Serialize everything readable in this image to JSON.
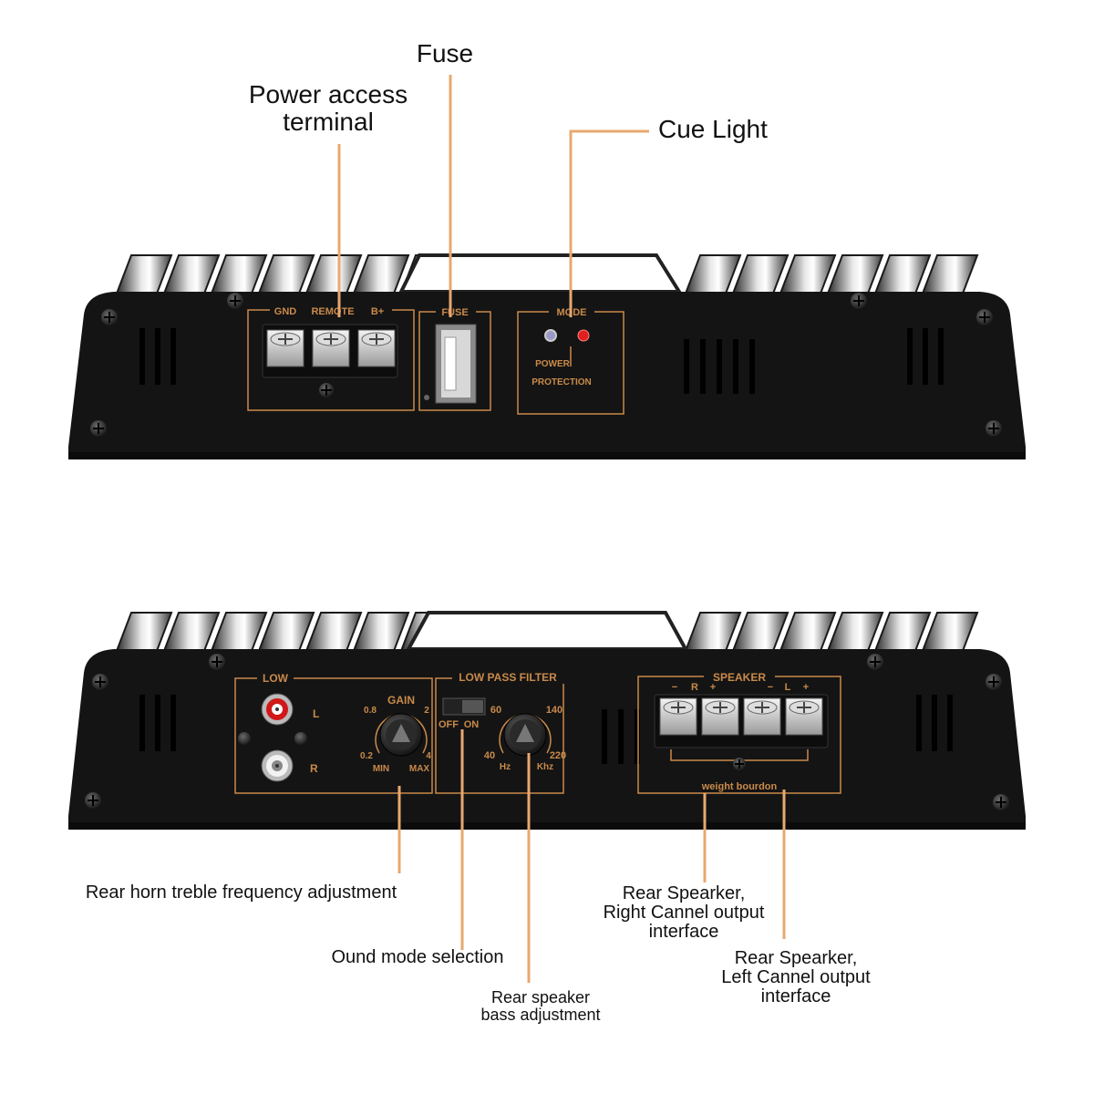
{
  "colors": {
    "leader": "#e8a870",
    "panel_text": "#c98a4a",
    "body": "#141414",
    "led_power": "#9a9ac8",
    "led_protection": "#e02020"
  },
  "callouts": {
    "fuse": "Fuse",
    "power_access": [
      "Power access",
      "terminal"
    ],
    "cue_light": "Cue Light",
    "treble": "Rear horn treble frequency adjustment",
    "mode_selection": "Ound mode selection",
    "bass": [
      "Rear speaker",
      "bass adjustment"
    ],
    "right_output": [
      "Rear Spearker,",
      "Right Cannel output",
      "interface"
    ],
    "left_output": [
      "Rear Spearker,",
      "Left Cannel output",
      "interface"
    ]
  },
  "top_panel": {
    "terminal_labels": [
      "GND",
      "REMOTE",
      "B+"
    ],
    "fuse_label": "FUSE",
    "mode_label": "MODE",
    "power_label": "POWER",
    "protection_label": "PROTECTION"
  },
  "bottom_panel": {
    "low_label": "LOW",
    "left_channel": "L",
    "right_channel": "R",
    "gain_label": "GAIN",
    "gain_ticks": [
      "0.8",
      "2",
      "0.2",
      "4"
    ],
    "gain_min": "MIN",
    "gain_max": "MAX",
    "lpf_label": "LOW PASS FILTER",
    "switch_off": "OFF",
    "switch_on": "ON",
    "freq_ticks": [
      "60",
      "140",
      "40",
      "220"
    ],
    "hz": "Hz",
    "khz": "Khz",
    "speaker_label": "SPEAKER",
    "speaker_signs": [
      "−",
      "R",
      "+",
      "−",
      "L",
      "+"
    ],
    "bridge_label": "weight bourdon"
  }
}
